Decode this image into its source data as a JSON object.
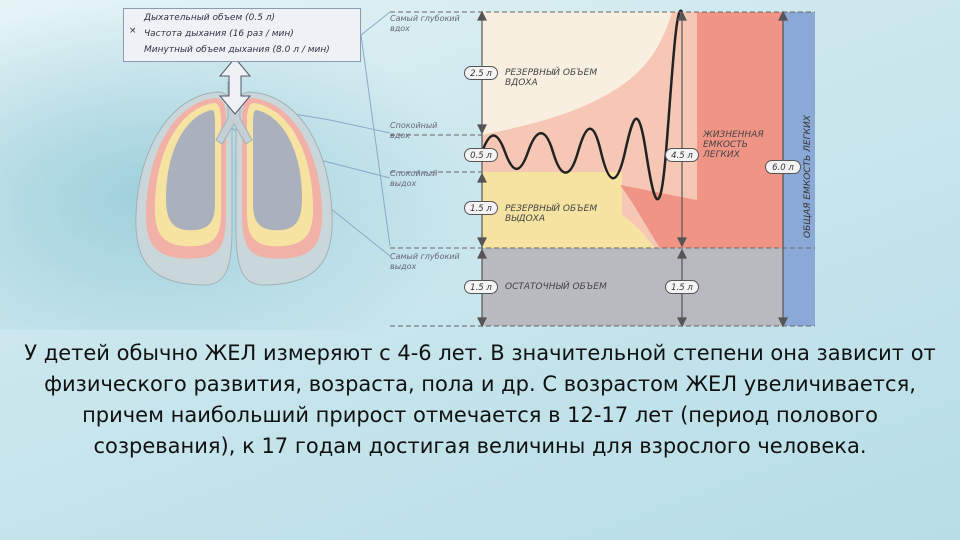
{
  "legend": {
    "symbol": "×",
    "line1": "Дыхательный объем (0.5 л)",
    "line2": "Частота дыхания (16 раз / мин)",
    "line3": "Минутный объем дыхания (8.0 л / мин)"
  },
  "side_labels": {
    "deepest_inhale": "Самый глубокий\nвдох",
    "calm_inhale": "Спокойный\nвдох",
    "calm_exhale": "Спокойный\nвыдох",
    "deepest_exhale": "Самый глубокий\nвыдох"
  },
  "badges": {
    "irv": "2.5 л",
    "tv": "0.5 л",
    "erv": "1.5 л",
    "rv": "1.5 л",
    "rv2": "1.5 л",
    "vc": "4.5 л",
    "tlc": "6.0 л"
  },
  "zones": {
    "irv": "РЕЗЕРВНЫЙ ОБЪЕМ\nВДОХА",
    "erv": "РЕЗЕРВНЫЙ ОБЪЕМ\nВЫДОХА",
    "rv": "ОСТАТОЧНЫЙ ОБЪЕМ",
    "vc": "ЖИЗНЕННАЯ\nЕМКОСТЬ\nЛЕГКИХ",
    "tlc": "ОБЩАЯ ЕМКОСТЬ ЛЕГКИХ"
  },
  "colors": {
    "inhale_reserve": "#f7c7b6",
    "exhale_reserve": "#f6e3a2",
    "residual": "#b9b9c0",
    "vital_capacity": "#f09486",
    "total_capacity": "#8aa9d6"
  },
  "caption": "У детей обычно ЖЕЛ измеряют с 4-6 лет. В значительной степени она зависит от физического развития, возраста, пола и др. С возрастом ЖЕЛ увеличивается, причем наибольший прирост отмечается в 12-17 лет (период полового созревания), к 17 годам достигая величины для взрослого человека."
}
